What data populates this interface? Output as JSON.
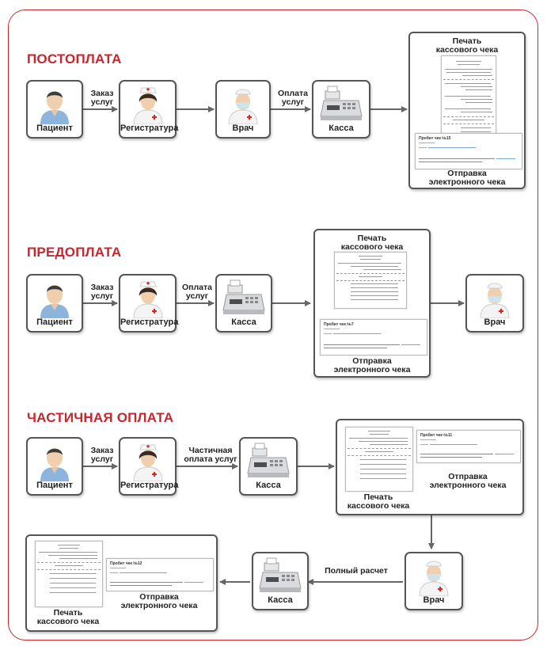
{
  "sections": {
    "postpay": {
      "title": "ПОСТОПЛАТА"
    },
    "prepay": {
      "title": "ПРЕДОПЛАТА"
    },
    "partial": {
      "title": "ЧАСТИЧНАЯ ОПЛАТА"
    }
  },
  "labels": {
    "patient": "Пациент",
    "registry": "Регистратура",
    "doctor": "Врач",
    "cashier": "Касса"
  },
  "arrows": {
    "order_l1": "Заказ",
    "order_l2": "услуг",
    "pay_l1": "Оплата",
    "pay_l2": "услуг",
    "partial_l1": "Частичная",
    "partial_l2": "оплата услуг",
    "full": "Полный расчет"
  },
  "results": {
    "print_l1": "Печать",
    "print_l2": "кассового чека",
    "send_l1": "Отправка",
    "send_l2": "электронного чека"
  },
  "emails": {
    "postpay_subject": "Пробит чек №15",
    "prepay_subject": "Пробит чек №7",
    "partial_subject": "Пробит чек №11",
    "final_subject": "Пробит чек №12"
  },
  "colors": {
    "accent": "#c9252c",
    "arrow": "#666666"
  }
}
